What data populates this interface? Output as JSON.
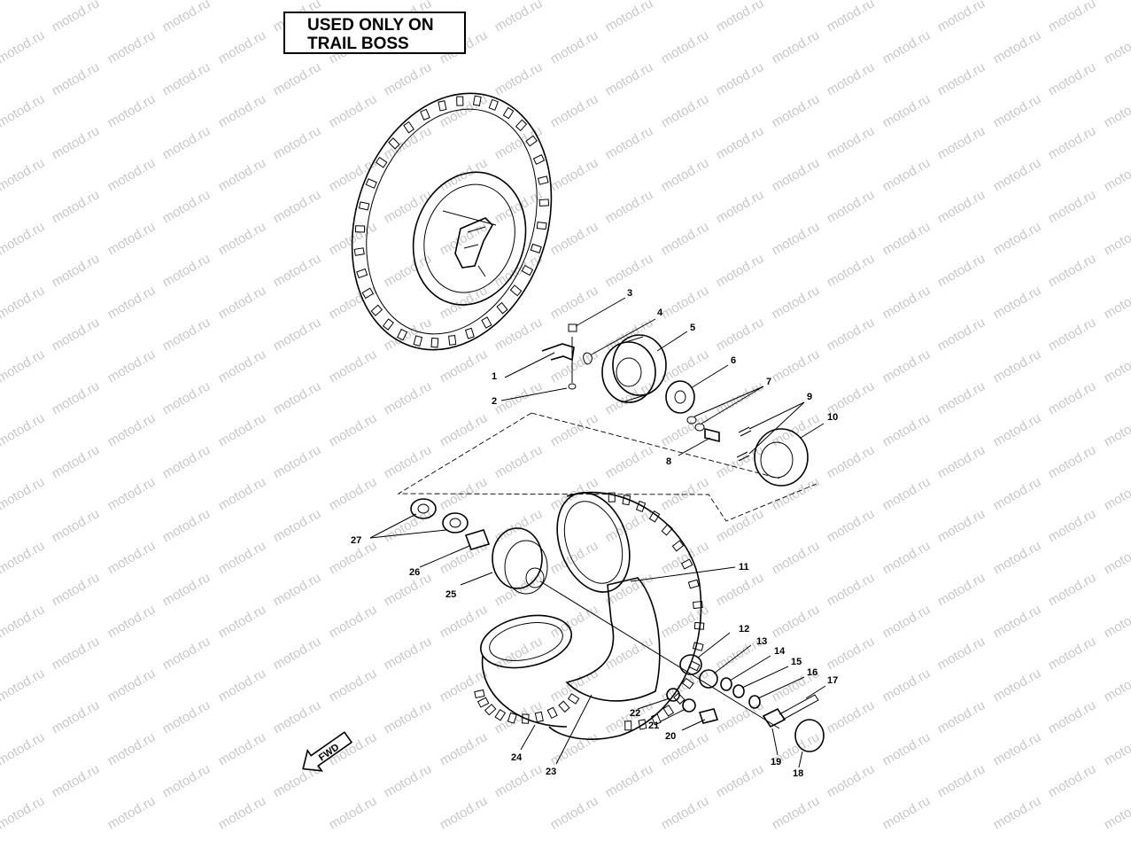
{
  "note": {
    "line1": "USED ONLY ON",
    "line2": "TRAIL BOSS"
  },
  "direction_label": "FWD",
  "watermark": "motod.ru",
  "callouts": [
    "1",
    "2",
    "3",
    "4",
    "5",
    "6",
    "7",
    "8",
    "9",
    "10",
    "11",
    "12",
    "13",
    "14",
    "15",
    "16",
    "17",
    "18",
    "19",
    "20",
    "21",
    "22",
    "23",
    "24",
    "25",
    "26",
    "27"
  ],
  "colors": {
    "ink": "#000000",
    "watermark": "#c8c8c8",
    "paper": "#ffffff"
  }
}
